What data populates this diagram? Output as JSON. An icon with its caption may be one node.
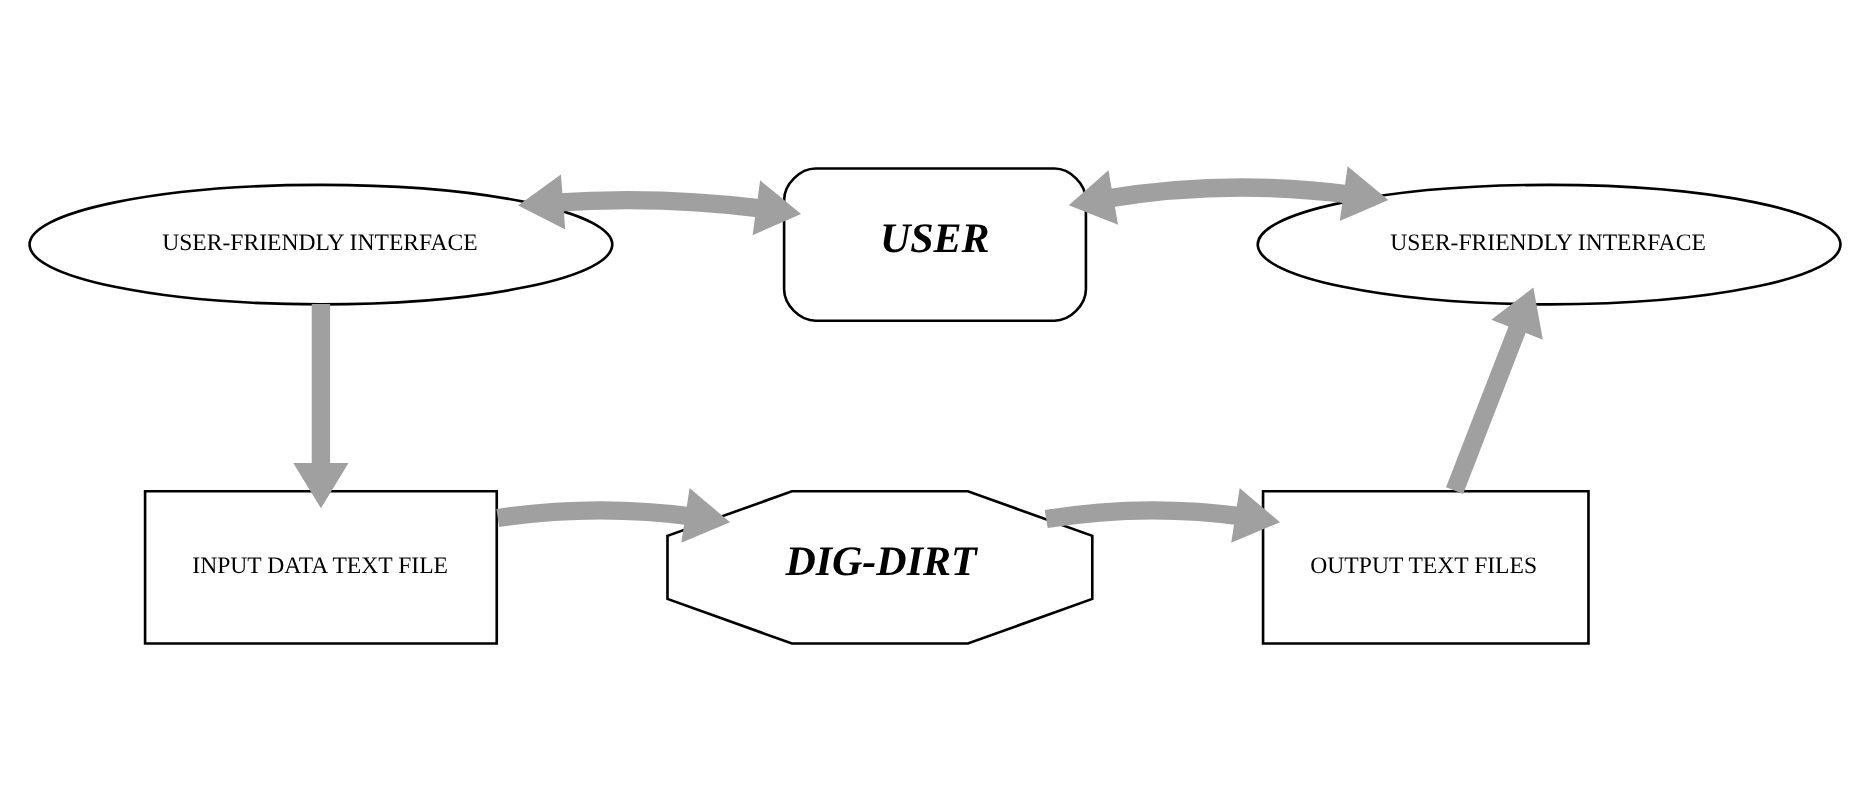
{
  "diagram": {
    "nodes": [
      {
        "text": [
          "USER-FRIENDLY INTERFACE"
        ]
      },
      {
        "text": [
          "USER"
        ]
      },
      {
        "text": [
          "USER-FRIENDLY INTERFACE"
        ]
      },
      {
        "text": [
          "INPUT DATA TEXT FILE"
        ]
      },
      {
        "text": [
          "DIG-DIRT"
        ]
      },
      {
        "text": [
          "OUTPUT TEXT FILES"
        ]
      }
    ],
    "edges": [
      {
        "from": 0,
        "to": 1,
        "arrow": "both"
      },
      {
        "from": 1,
        "to": 2,
        "arrow": "both"
      },
      {
        "from": 0,
        "to": 3,
        "arrow": "to"
      },
      {
        "from": 3,
        "to": 4,
        "arrow": "to"
      },
      {
        "from": 4,
        "to": 5,
        "arrow": "to"
      },
      {
        "from": 5,
        "to": 2,
        "arrow": "to"
      }
    ]
  }
}
